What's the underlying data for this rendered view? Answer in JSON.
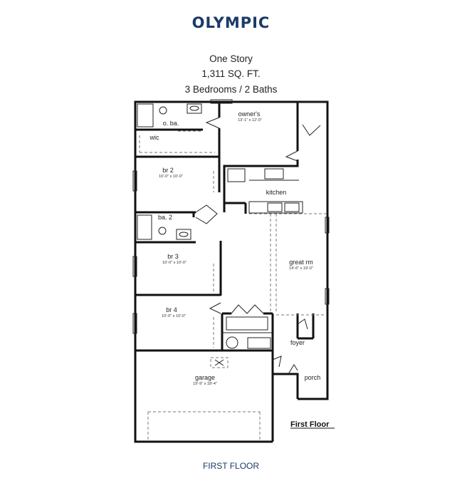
{
  "header": {
    "title": "OLYMPIC",
    "stories": "One Story",
    "area": "1,311 SQ. FT.",
    "beds_baths": "3 Bedrooms / 2 Baths",
    "title_color": "#1b3a68"
  },
  "plan": {
    "floor_label": "First Floor",
    "rooms": {
      "o_ba": {
        "name": "o. ba."
      },
      "wic": {
        "name": "wic"
      },
      "owners": {
        "name": "owner's",
        "dims": "13'-1\" x 12'-0\""
      },
      "br2": {
        "name": "br 2",
        "dims": "10'-0\" x 10'-0\""
      },
      "kitchen": {
        "name": "kitchen"
      },
      "ba2": {
        "name": "ba. 2"
      },
      "br3": {
        "name": "br 3",
        "dims": "10'-0\" x 10'-0\""
      },
      "great_rm": {
        "name": "great rm",
        "dims": "14'-6\" x 19'-0\""
      },
      "br4": {
        "name": "br 4",
        "dims": "10'-0\" x 10'-0\""
      },
      "foyer": {
        "name": "foyer"
      },
      "garage": {
        "name": "garage",
        "dims": "19'-9\" x 18'-4\""
      },
      "porch": {
        "name": "porch"
      }
    }
  },
  "footer": {
    "caption": "FIRST FLOOR"
  }
}
